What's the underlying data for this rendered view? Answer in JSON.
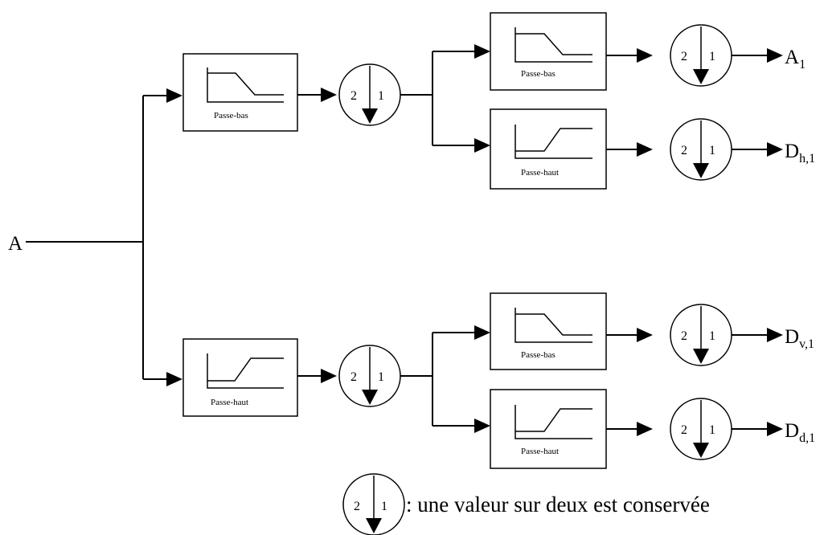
{
  "input_label": "A",
  "filters": {
    "low_label": "Passe-bas",
    "high_label": "Passe-haut"
  },
  "downsampler": {
    "left_digit": "2",
    "right_digit": "1"
  },
  "outputs": [
    {
      "main": "A",
      "sub": "1"
    },
    {
      "main": "D",
      "sub": "h,1"
    },
    {
      "main": "D",
      "sub": "v,1"
    },
    {
      "main": "D",
      "sub": "d,1"
    }
  ],
  "legend": {
    "text": ": une valeur sur deux est conservée"
  }
}
